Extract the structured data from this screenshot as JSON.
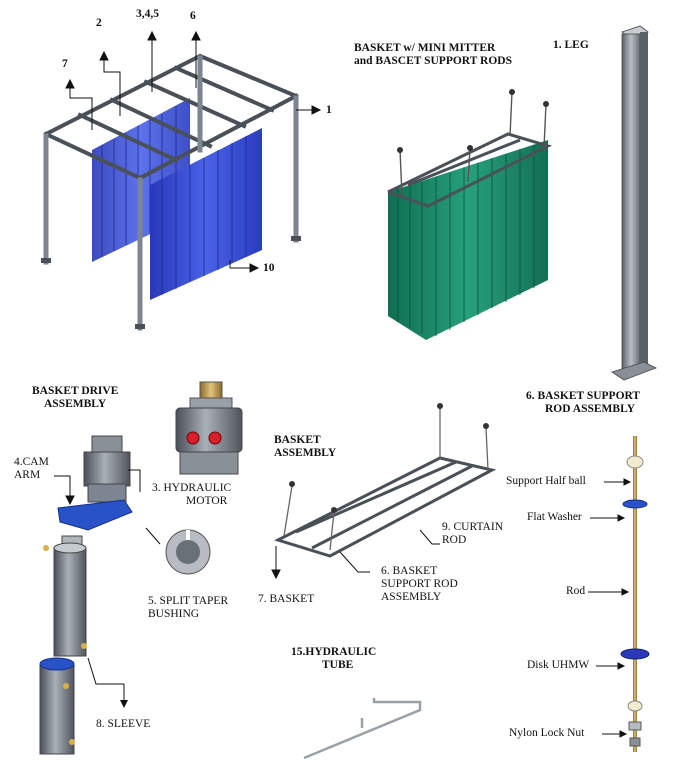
{
  "callouts": {
    "n2": "2",
    "n345": "3,4,5",
    "n6": "6",
    "n7": "7",
    "n1": "1",
    "n10": "10"
  },
  "basket_mitter": {
    "line1": "BASKET w/ MINI MITTER",
    "line2": "and BASCET SUPPORT RODS"
  },
  "leg": "1. LEG",
  "drive": {
    "line1": "BASKET DRIVE",
    "line2": "ASSEMBLY"
  },
  "cam_arm": {
    "line1": "4.CAM",
    "line2": "ARM"
  },
  "hyd_motor": {
    "line1": "3. HYDRAULIC",
    "line2": "MOTOR"
  },
  "split_taper": {
    "line1": "5. SPLIT TAPER",
    "line2": "BUSHING"
  },
  "sleeve": "8. SLEEVE",
  "basket_assembly": {
    "line1": "BASKET",
    "line2": "ASSEMBLY"
  },
  "curtain_rod": {
    "line1": "9. CURTAIN",
    "line2": "ROD"
  },
  "basket": "7. BASKET",
  "support_rod_assy": {
    "line1": "6. BASKET",
    "line2": "SUPPORT ROD",
    "line3": "ASSEMBLY"
  },
  "hyd_tube": {
    "line1": "15.HYDRAULIC",
    "line2": "TUBE"
  },
  "rod_assembly_title": {
    "line1": "6. BASKET SUPPORT",
    "line2": "ROD ASSEMBLY"
  },
  "rod_parts": {
    "half_ball": "Support Half ball",
    "washer": "Flat Washer",
    "rod": "Rod",
    "disk": "Disk UHMW",
    "nut": "Nylon Lock Nut"
  },
  "colors": {
    "blue_curtain": "#3a4fd6",
    "green_curtain": "#1f8a6a",
    "steel": "#7d8590",
    "steel_dark": "#4a5058",
    "motor_red": "#d8202a",
    "blue_plate": "#2a52c8"
  }
}
